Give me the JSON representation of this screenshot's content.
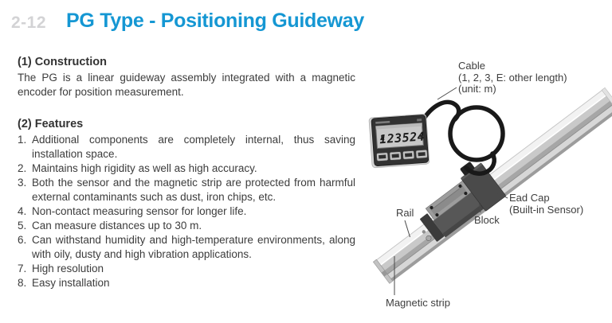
{
  "colors": {
    "title_blue": "#1597d3",
    "body_text": "#3c3c3c"
  },
  "header": {
    "page_number": "2-12",
    "title": "PG Type - Positioning Guideway"
  },
  "construction": {
    "heading": "(1) Construction",
    "body": "The PG is a linear guideway assembly integrated with a magnetic encoder for position measurement."
  },
  "features": {
    "heading": "(2) Features",
    "items": [
      {
        "num": "1.",
        "text": "Additional components are completely internal, thus saving installation space."
      },
      {
        "num": "2.",
        "text": "Maintains high rigidity as well as high accuracy."
      },
      {
        "num": "3.",
        "text": "Both the sensor and the magnetic strip are protected from harmful external contaminants such as dust, iron chips, etc."
      },
      {
        "num": "4.",
        "text": "Non-contact measuring sensor for longer life."
      },
      {
        "num": "5.",
        "text": "Can measure distances up to 30 m."
      },
      {
        "num": "6.",
        "text": "Can withstand humidity and high-temperature environments, along with oily, dusty and high vibration applications."
      },
      {
        "num": "7.",
        "text": "High resolution"
      },
      {
        "num": "8.",
        "text": "Easy installation"
      }
    ]
  },
  "figure": {
    "display": {
      "lcd_value": "123524"
    },
    "labels": {
      "cable_title": "Cable",
      "cable_line2": "(1, 2, 3, E: other length)",
      "cable_line3": "(unit: m)",
      "rail": "Rail",
      "block": "Block",
      "end_cap_line1": "Ead Cap",
      "end_cap_line2": "(Built-in Sensor)",
      "magnetic_strip": "Magnetic strip"
    }
  }
}
